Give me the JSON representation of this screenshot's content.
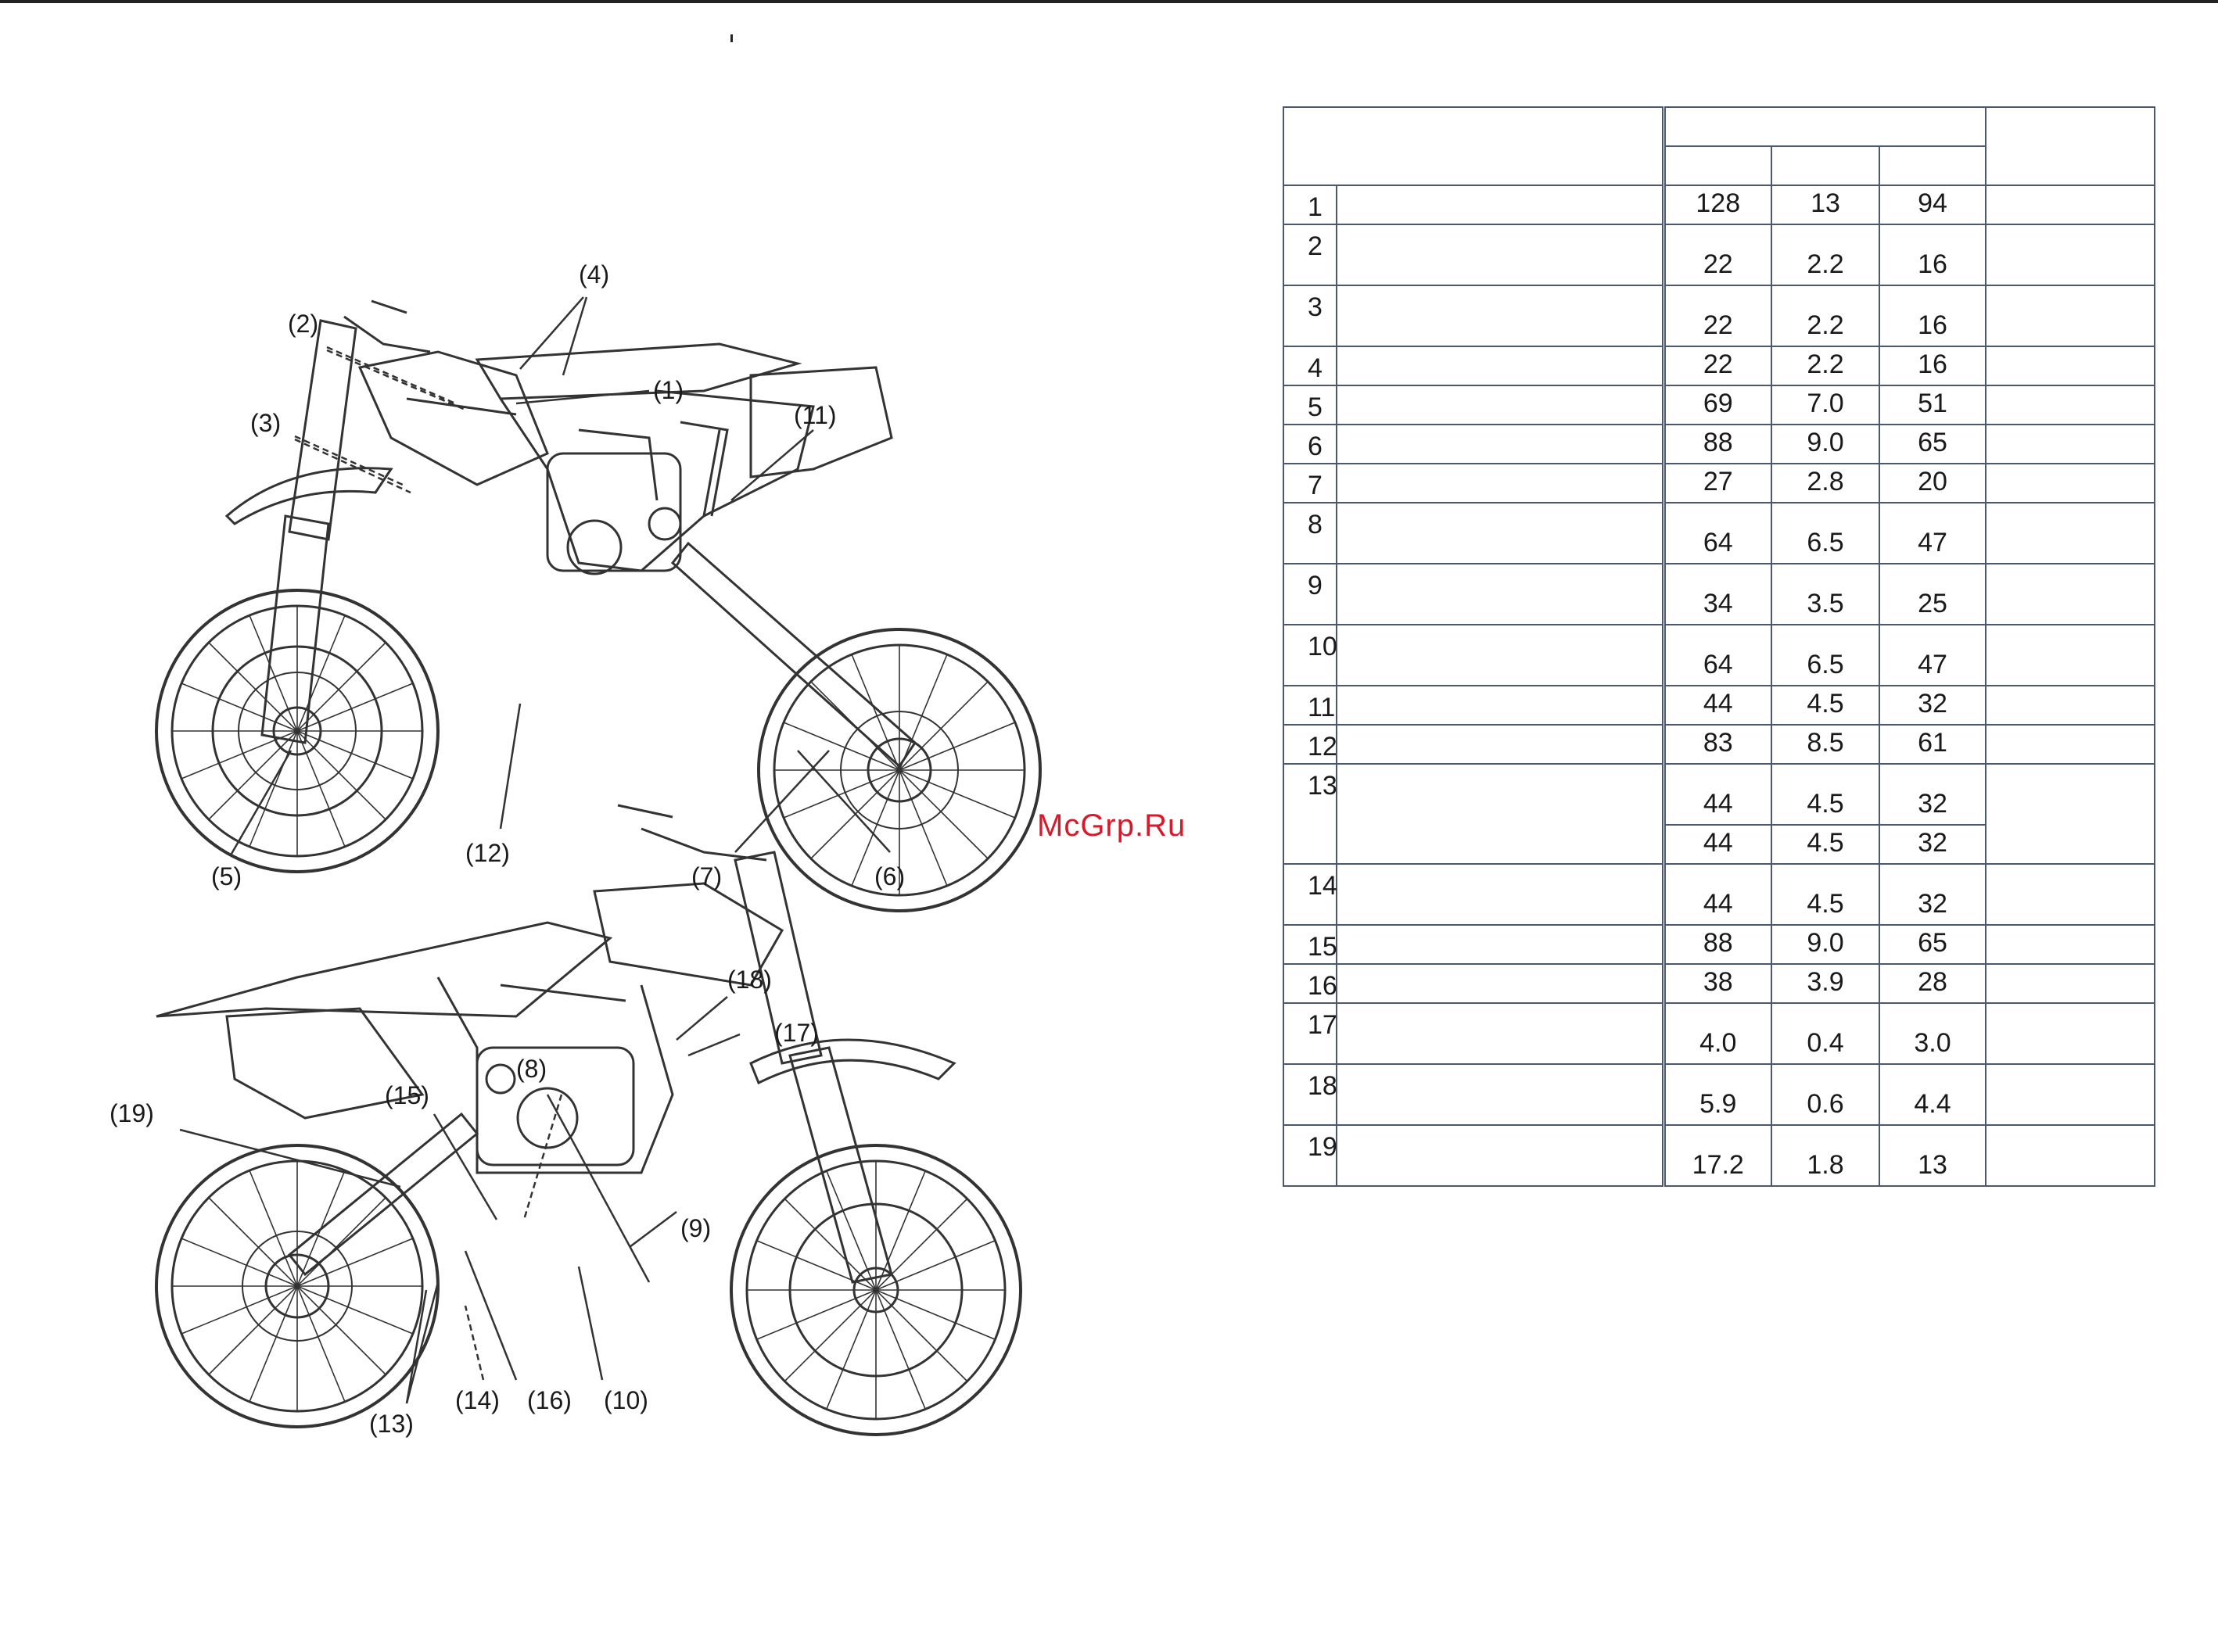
{
  "watermark": "McGrp.Ru",
  "callouts_top": [
    "(1)",
    "(2)",
    "(3)",
    "(4)",
    "(5)",
    "(6)",
    "(7)",
    "(11)",
    "(12)"
  ],
  "callouts_bottom": [
    "(8)",
    "(9)",
    "(10)",
    "(13)",
    "(14)",
    "(15)",
    "(16)",
    "(17)",
    "(18)",
    "(19)"
  ],
  "rows": [
    {
      "no": "1",
      "v": [
        [
          "128",
          "13",
          "94"
        ]
      ]
    },
    {
      "no": "2",
      "v": [
        [
          "22",
          "2.2",
          "16"
        ]
      ]
    },
    {
      "no": "3",
      "v": [
        [
          "22",
          "2.2",
          "16"
        ]
      ]
    },
    {
      "no": "4",
      "v": [
        [
          "22",
          "2.2",
          "16"
        ]
      ]
    },
    {
      "no": "5",
      "v": [
        [
          "69",
          "7.0",
          "51"
        ]
      ]
    },
    {
      "no": "6",
      "v": [
        [
          "88",
          "9.0",
          "65"
        ]
      ]
    },
    {
      "no": "7",
      "v": [
        [
          "27",
          "2.8",
          "20"
        ]
      ]
    },
    {
      "no": "8",
      "v": [
        [
          "64",
          "6.5",
          "47"
        ]
      ]
    },
    {
      "no": "9",
      "v": [
        [
          "34",
          "3.5",
          "25"
        ]
      ]
    },
    {
      "no": "10",
      "v": [
        [
          "64",
          "6.5",
          "47"
        ]
      ]
    },
    {
      "no": "11",
      "v": [
        [
          "44",
          "4.5",
          "32"
        ]
      ]
    },
    {
      "no": "12",
      "v": [
        [
          "83",
          "8.5",
          "61"
        ]
      ]
    },
    {
      "no": "13",
      "v": [
        [
          "44",
          "4.5",
          "32"
        ],
        [
          "44",
          "4.5",
          "32"
        ]
      ]
    },
    {
      "no": "14",
      "v": [
        [
          "44",
          "4.5",
          "32"
        ]
      ]
    },
    {
      "no": "15",
      "v": [
        [
          "88",
          "9.0",
          "65"
        ]
      ]
    },
    {
      "no": "16",
      "v": [
        [
          "38",
          "3.9",
          "28"
        ]
      ]
    },
    {
      "no": "17",
      "v": [
        [
          "4.0",
          "0.4",
          "3.0"
        ]
      ]
    },
    {
      "no": "18",
      "v": [
        [
          "5.9",
          "0.6",
          "4.4"
        ]
      ]
    },
    {
      "no": "19",
      "v": [
        [
          "17.2",
          "1.8",
          "13"
        ]
      ]
    }
  ]
}
